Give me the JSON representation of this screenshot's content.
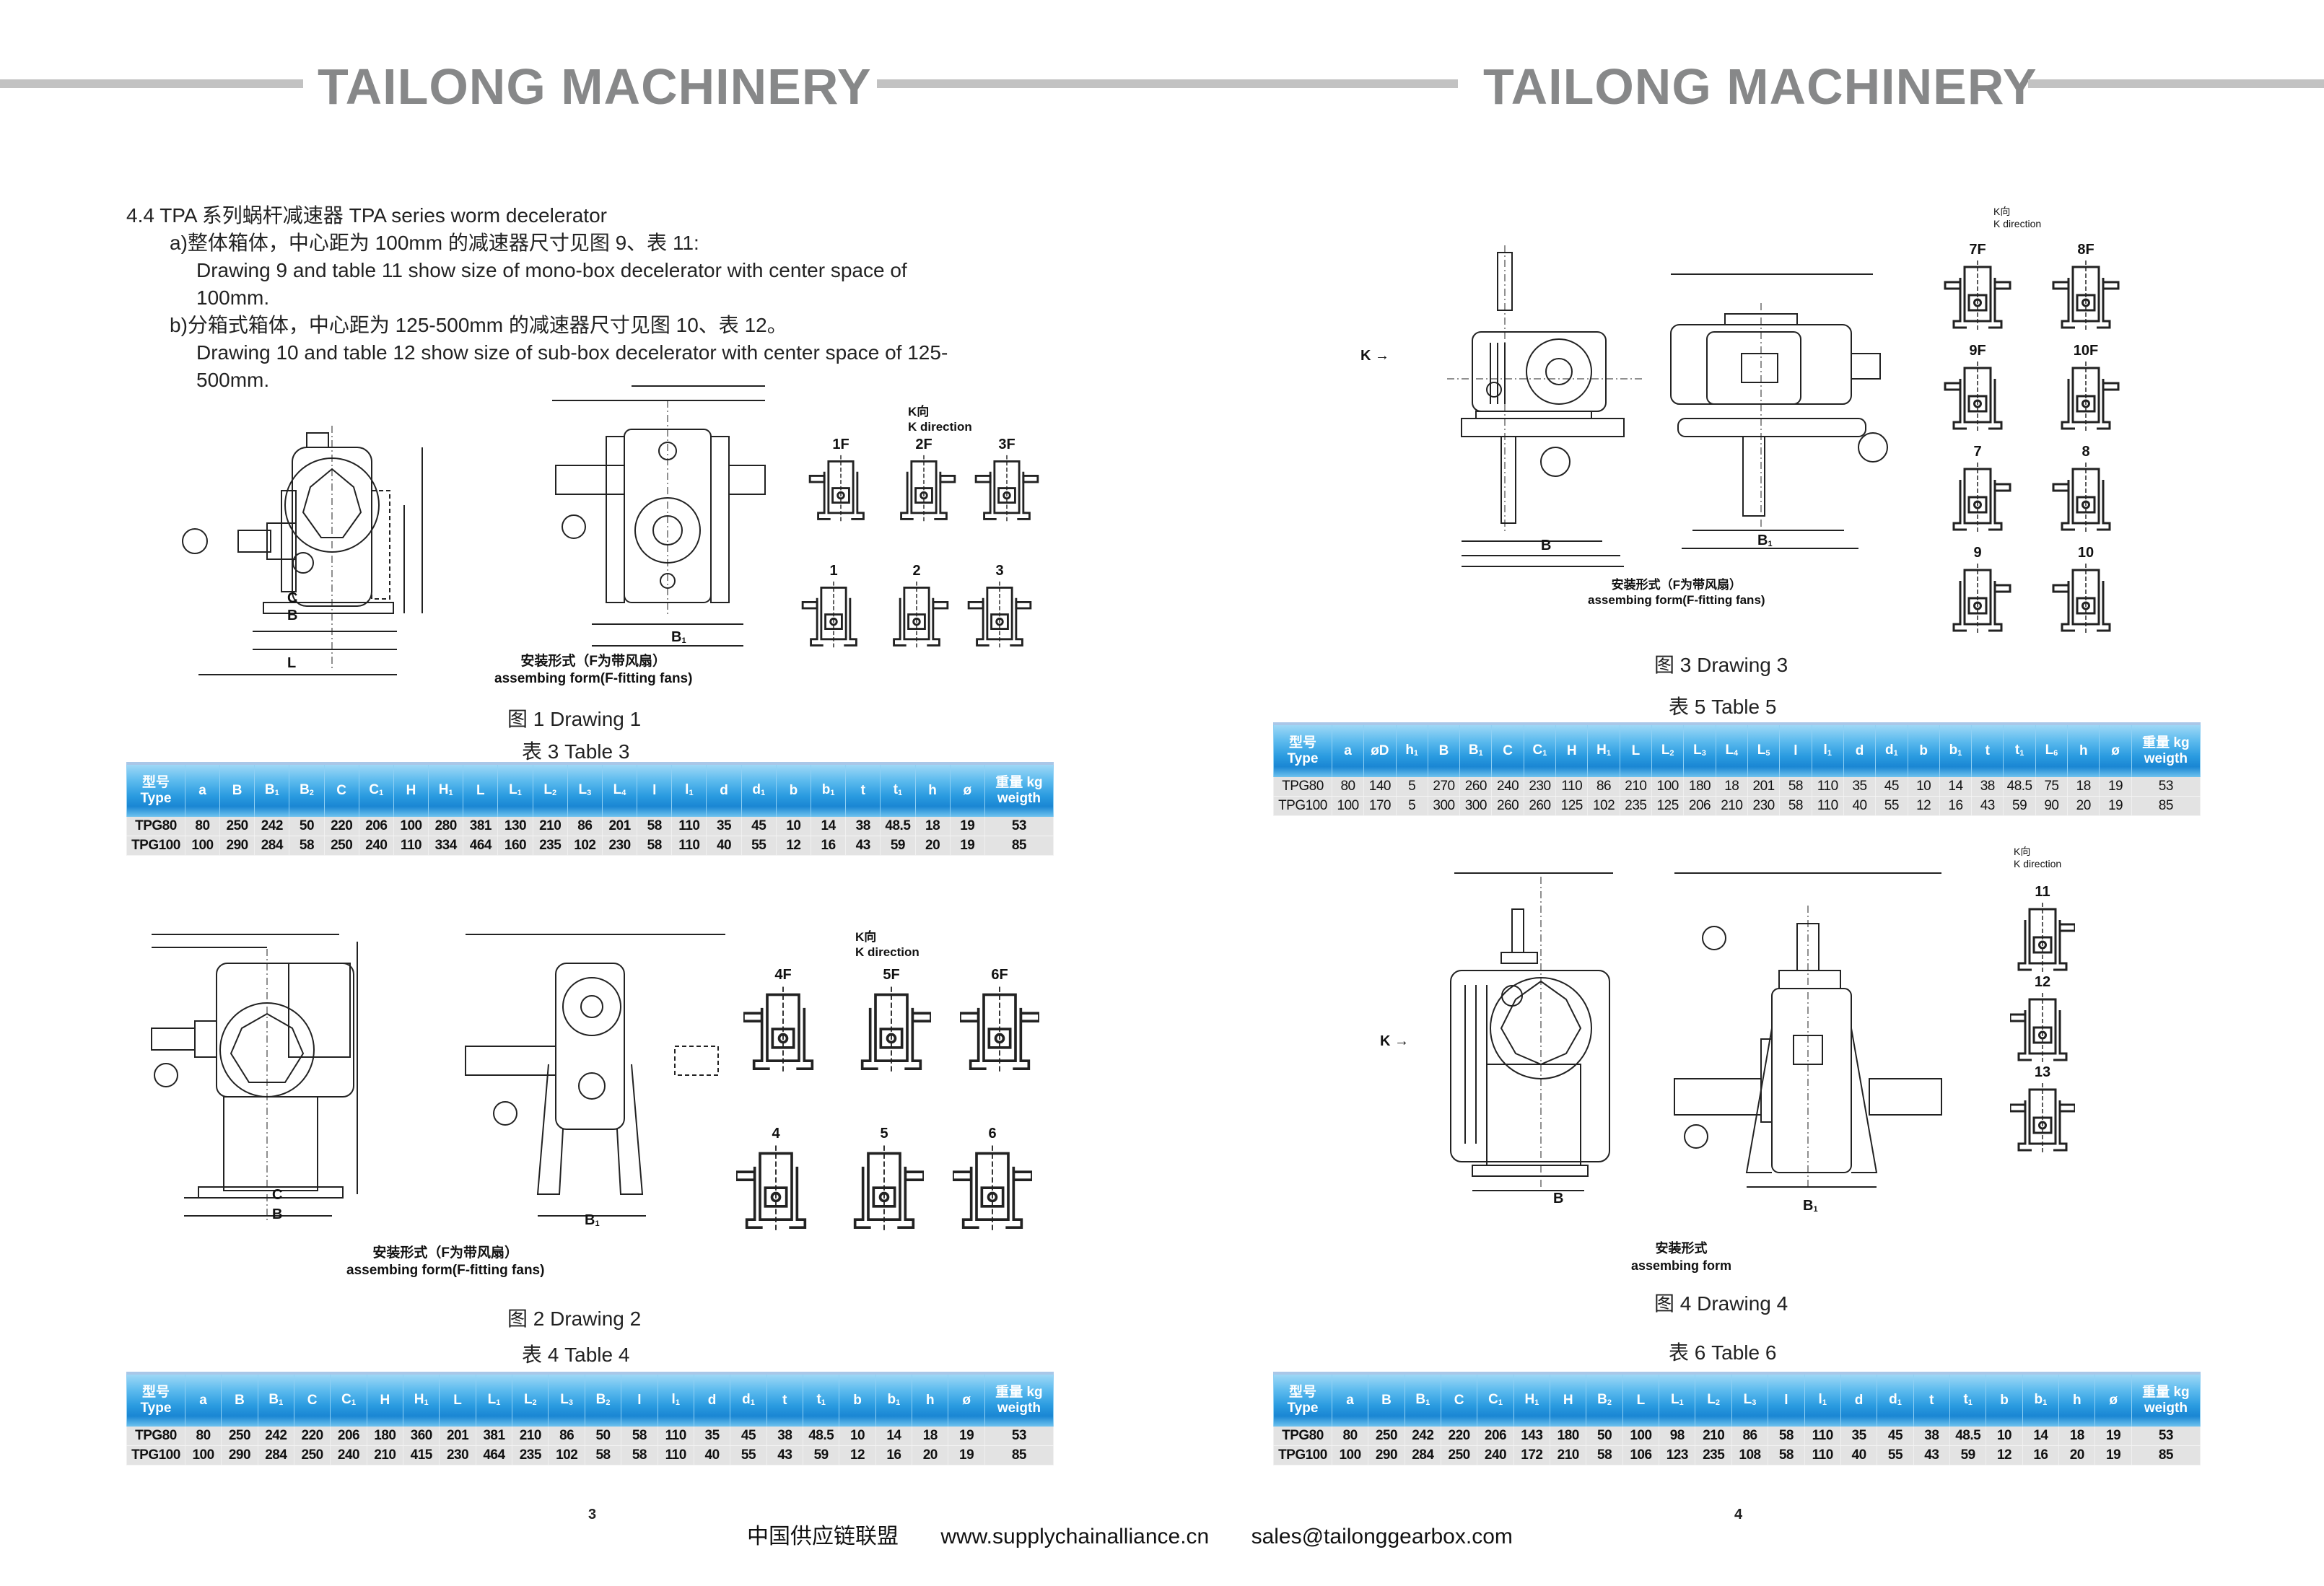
{
  "header": {
    "brand_left": "TAILONG MACHINERY",
    "brand_right": "TAILONG MACHINERY"
  },
  "intro": {
    "title": "4.4 TPA 系列蜗杆减速器  TPA series worm decelerator",
    "a_cn": "a)整体箱体，中心距为 100mm 的减速器尺寸见图 9、表 11:",
    "a_en_1": "Drawing 9 and table 11 show size of mono-box decelerator with center space of",
    "a_en_2": "100mm.",
    "b_cn": "b)分箱式箱体，中心距为 125-500mm 的减速器尺寸见图 10、表 12。",
    "b_en_1": "Drawing 10 and table 12 show size of sub-box decelerator with center space of 125-",
    "b_en_2": "500mm."
  },
  "labels": {
    "k_cn": "K向",
    "k_en": "K direction",
    "assembling_cn_fan": "安装形式（F为带风扇）",
    "assembling_en_fan": "assembing form(F-fitting fans)",
    "assembling_cn": "安装形式",
    "assembling_en": "assembing form",
    "k_arrow": "K"
  },
  "drawings": [
    {
      "caption": "图 1    Drawing 1",
      "table_caption": "表 3   Table 3",
      "mounts_top": [
        "1F",
        "2F",
        "3F"
      ],
      "mounts_bottom": [
        "1",
        "2",
        "3"
      ]
    },
    {
      "caption": "图 2    Drawing 2",
      "table_caption": "表 4   Table 4",
      "mounts_top": [
        "4F",
        "5F",
        "6F"
      ],
      "mounts_bottom": [
        "4",
        "5",
        "6"
      ]
    },
    {
      "caption": "图 3    Drawing 3",
      "table_caption": "表 5   Table 5",
      "mounts": [
        "7F",
        "8F",
        "9F",
        "10F",
        "7",
        "8",
        "9",
        "10"
      ]
    },
    {
      "caption": "图 4    Drawing 4",
      "table_caption": "表 6   Table 6",
      "mounts": [
        "11",
        "12",
        "13"
      ]
    }
  ],
  "tables": {
    "table3": {
      "columns": [
        "型号|Type",
        "a",
        "B",
        "B1",
        "B2",
        "C",
        "C1",
        "H",
        "H1",
        "L",
        "L1",
        "L2",
        "L3",
        "L4",
        "l",
        "l1",
        "d",
        "d1",
        "b",
        "b1",
        "t",
        "t1",
        "h",
        "ø",
        "重量 kg|weigth"
      ],
      "rows": [
        [
          "TPG80",
          "80",
          "250",
          "242",
          "50",
          "220",
          "206",
          "100",
          "280",
          "381",
          "130",
          "210",
          "86",
          "201",
          "58",
          "110",
          "35",
          "45",
          "10",
          "14",
          "38",
          "48.5",
          "18",
          "19",
          "53"
        ],
        [
          "TPG100",
          "100",
          "290",
          "284",
          "58",
          "250",
          "240",
          "110",
          "334",
          "464",
          "160",
          "235",
          "102",
          "230",
          "58",
          "110",
          "40",
          "55",
          "12",
          "16",
          "43",
          "59",
          "20",
          "19",
          "85"
        ]
      ]
    },
    "table4": {
      "columns": [
        "型号|Type",
        "a",
        "B",
        "B1",
        "C",
        "C1",
        "H",
        "H1",
        "L",
        "L1",
        "L2",
        "L3",
        "B2",
        "l",
        "l1",
        "d",
        "d1",
        "t",
        "t1",
        "b",
        "b1",
        "h",
        "ø",
        "重量 kg|weigth"
      ],
      "rows": [
        [
          "TPG80",
          "80",
          "250",
          "242",
          "220",
          "206",
          "180",
          "360",
          "201",
          "381",
          "210",
          "86",
          "50",
          "58",
          "110",
          "35",
          "45",
          "38",
          "48.5",
          "10",
          "14",
          "18",
          "19",
          "53"
        ],
        [
          "TPG100",
          "100",
          "290",
          "284",
          "250",
          "240",
          "210",
          "415",
          "230",
          "464",
          "235",
          "102",
          "58",
          "58",
          "110",
          "40",
          "55",
          "43",
          "59",
          "12",
          "16",
          "20",
          "19",
          "85"
        ]
      ]
    },
    "table5": {
      "columns": [
        "型号|Type",
        "a",
        "øD",
        "h1",
        "B",
        "B1",
        "C",
        "C1",
        "H",
        "H1",
        "L",
        "L2",
        "L3",
        "L4",
        "L5",
        "l",
        "l1",
        "d",
        "d1",
        "b",
        "b1",
        "t",
        "t1",
        "L6",
        "h",
        "ø",
        "重量 kg|weigth"
      ],
      "rows": [
        [
          "TPG80",
          "80",
          "140",
          "5",
          "270",
          "260",
          "240",
          "230",
          "110",
          "86",
          "210",
          "100",
          "180",
          "18",
          "201",
          "58",
          "110",
          "35",
          "45",
          "10",
          "14",
          "38",
          "48.5",
          "75",
          "18",
          "19",
          "53"
        ],
        [
          "TPG100",
          "100",
          "170",
          "5",
          "300",
          "300",
          "260",
          "260",
          "125",
          "102",
          "235",
          "125",
          "206",
          "210",
          "230",
          "58",
          "110",
          "40",
          "55",
          "12",
          "16",
          "43",
          "59",
          "90",
          "20",
          "19",
          "85"
        ]
      ]
    },
    "table6": {
      "columns": [
        "型号|Type",
        "a",
        "B",
        "B1",
        "C",
        "C1",
        "H1",
        "H",
        "B2",
        "L",
        "L1",
        "L2",
        "L3",
        "l",
        "l1",
        "d",
        "d1",
        "t",
        "t1",
        "b",
        "b1",
        "h",
        "ø",
        "重量 kg|weigth"
      ],
      "rows": [
        [
          "TPG80",
          "80",
          "250",
          "242",
          "220",
          "206",
          "143",
          "180",
          "50",
          "100",
          "98",
          "210",
          "86",
          "58",
          "110",
          "35",
          "45",
          "38",
          "48.5",
          "10",
          "14",
          "18",
          "19",
          "53"
        ],
        [
          "TPG100",
          "100",
          "290",
          "284",
          "250",
          "240",
          "172",
          "210",
          "58",
          "106",
          "123",
          "235",
          "108",
          "58",
          "110",
          "40",
          "55",
          "43",
          "59",
          "12",
          "16",
          "20",
          "19",
          "85"
        ]
      ]
    }
  },
  "footer": {
    "page_left": "3",
    "page_right": "4",
    "org": "中国供应链联盟",
    "website": "www.supplychainalliance.cn",
    "email": "sales@tailonggearbox.com"
  },
  "colors": {
    "brand_gray": "#878889",
    "table_header_blue": "#2a9be0",
    "table_row_gray": "#e3e3e3"
  }
}
